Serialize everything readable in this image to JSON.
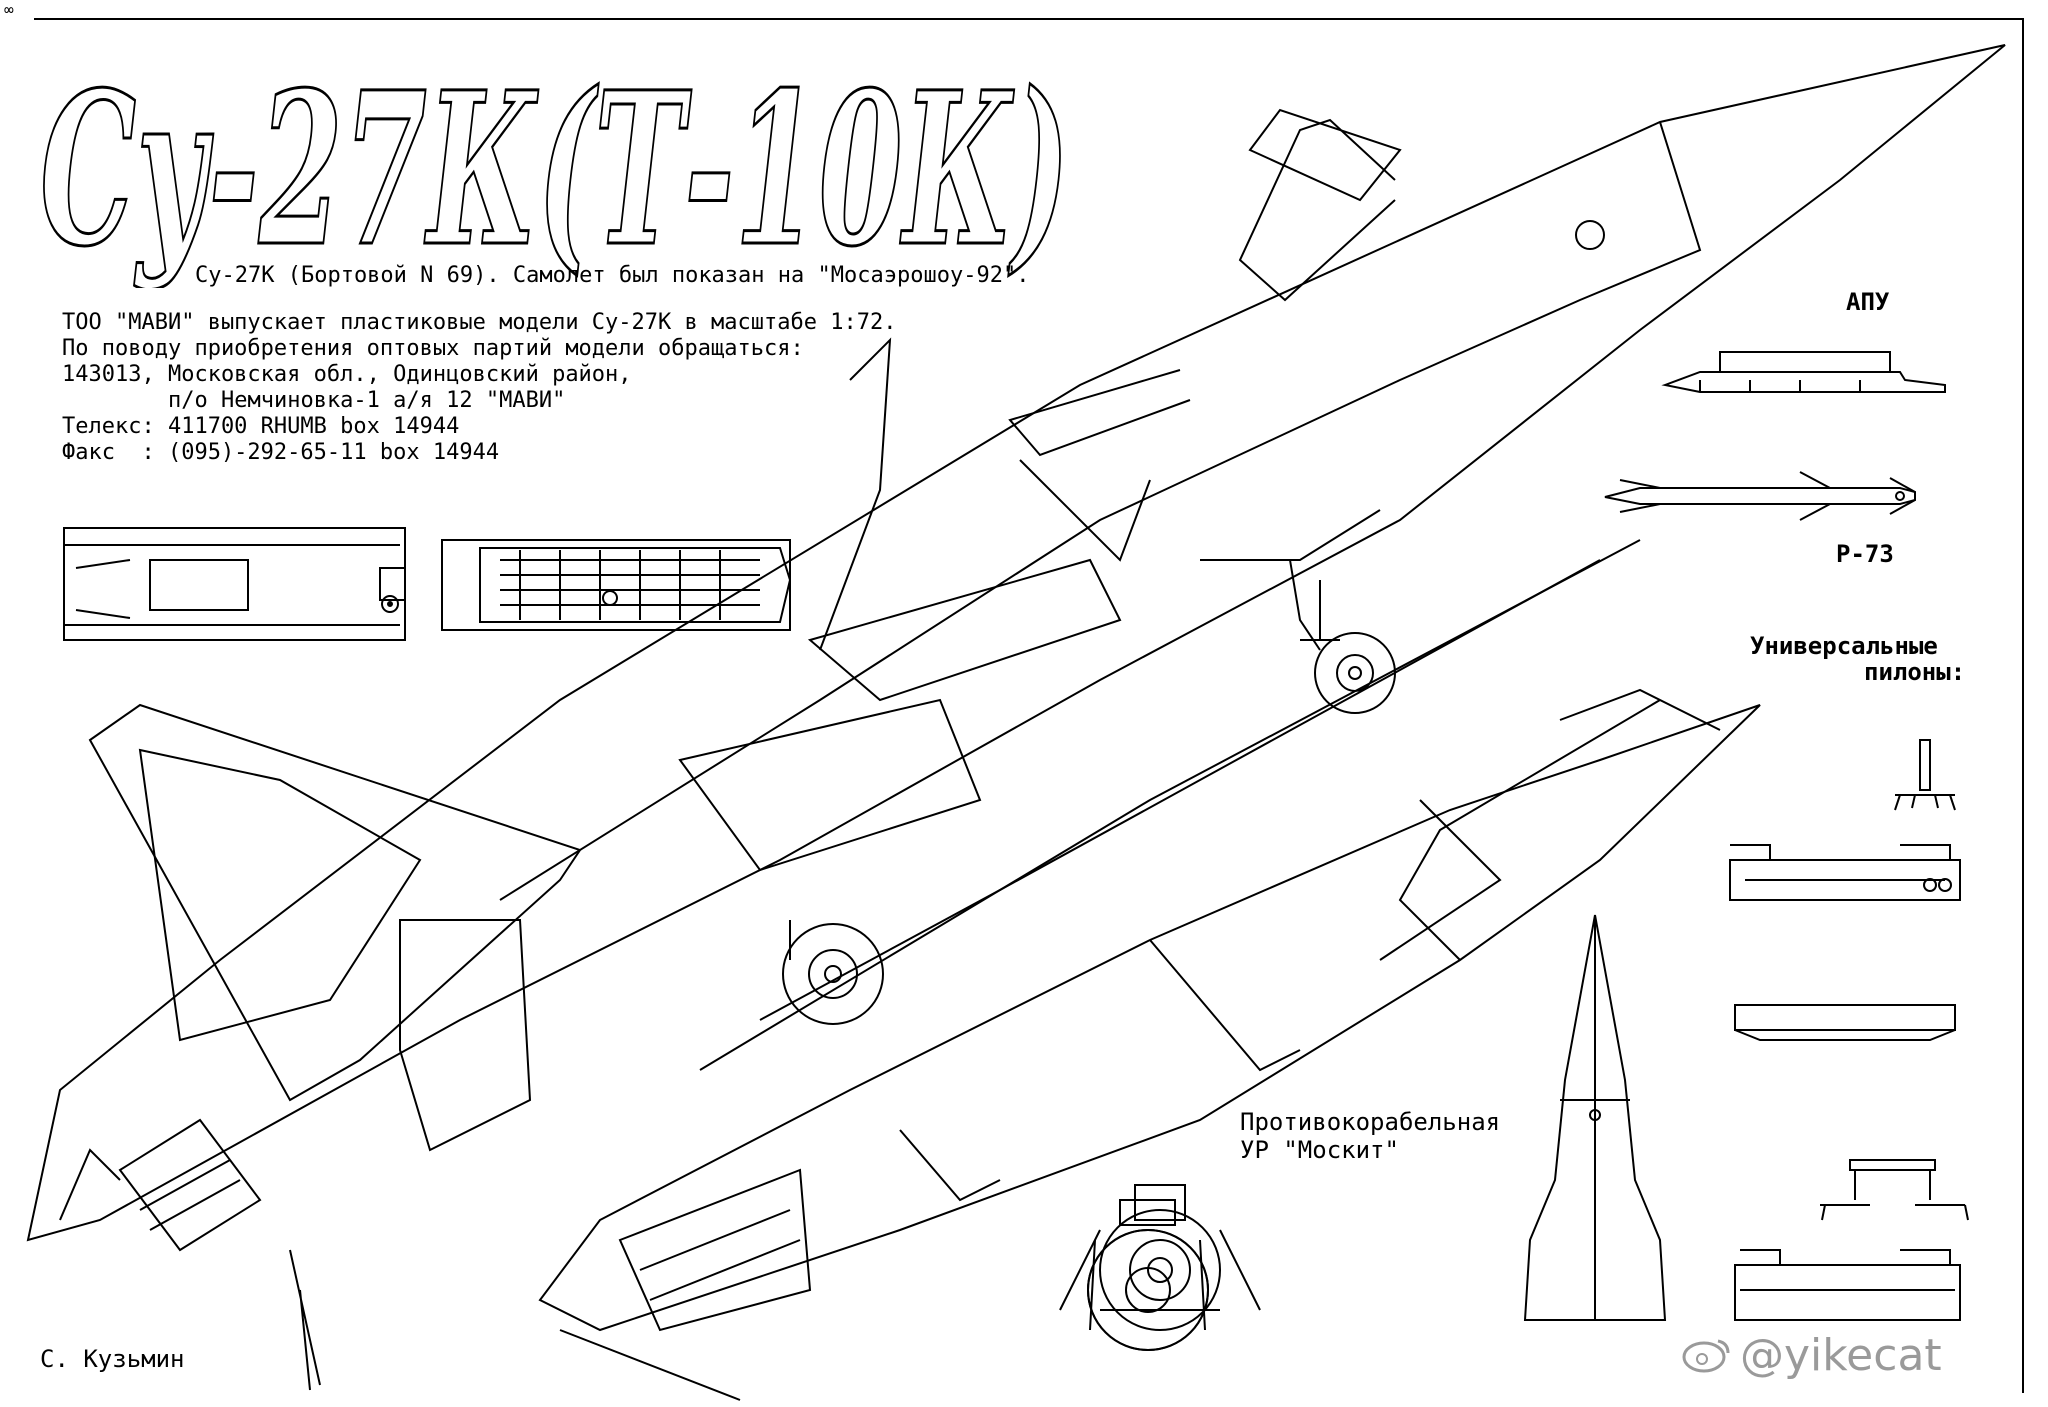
{
  "title": "Су-27К(Т-10К)",
  "subtitle": "Су-27К (Бортовой N 69). Самолет был показан на \"Мосаэрошоу-92\".",
  "info": {
    "line1": "ТОО \"МАВИ\" выпускает пластиковые модели Су-27К в масштабе 1:72.",
    "line2": "По поводу приобретения оптовых партий модели обращаться:",
    "line3": "143013, Московская обл., Одинцовский район,",
    "line4": "п/о Немчиновка-1 а/я 12 \"МАВИ\"",
    "telex": "Телекс: 411700 RHUMB box 14944",
    "fax": "Факс  : (095)-292-65-11 box 14944"
  },
  "labels": {
    "apu": "АПУ",
    "r73": "Р-73",
    "pylons_1": "Универсальные",
    "pylons_2": "пилоны:",
    "moskit_1": "Противокорабельная",
    "moskit_2": "УР \"Москит\"",
    "author": "С. Кузьмин"
  },
  "corner_mark": "∞",
  "watermark": "@yikecat"
}
